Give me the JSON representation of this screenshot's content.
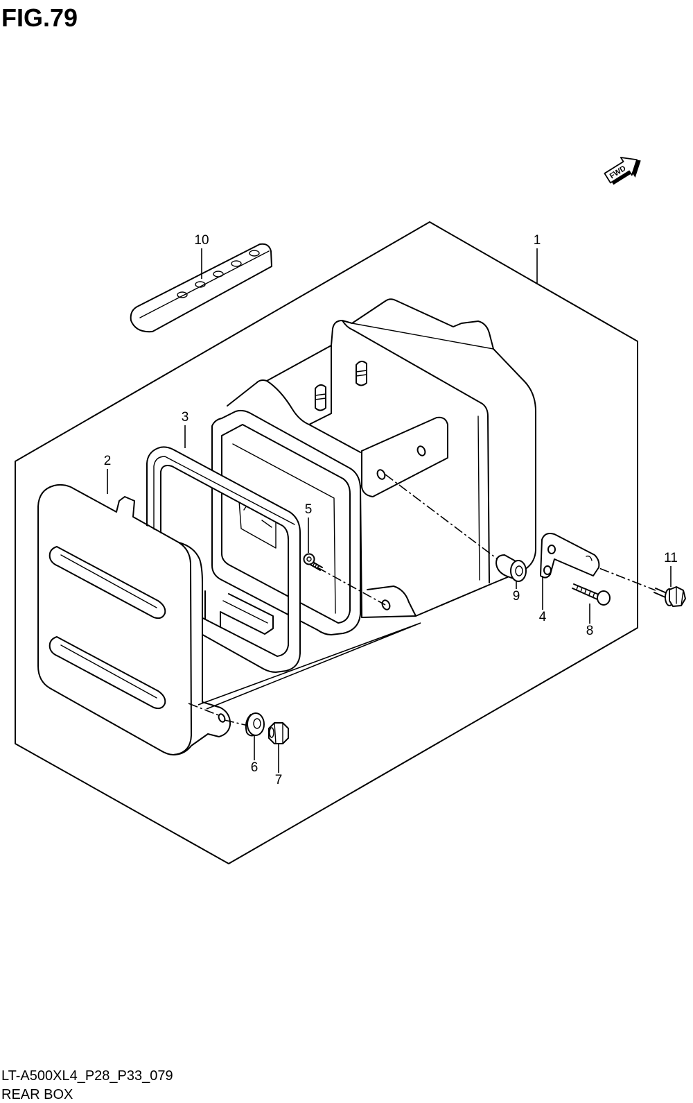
{
  "header": {
    "figure_title": "FIG.79"
  },
  "fwd_indicator": {
    "label": "FWD",
    "icon": "fwd-arrow-icon"
  },
  "callouts": [
    "1",
    "2",
    "3",
    "4",
    "5",
    "6",
    "7",
    "8",
    "9",
    "10",
    "11"
  ],
  "caption": {
    "model_code": "LT-A500XL4_P28_P33_079",
    "title": "REAR BOX"
  }
}
